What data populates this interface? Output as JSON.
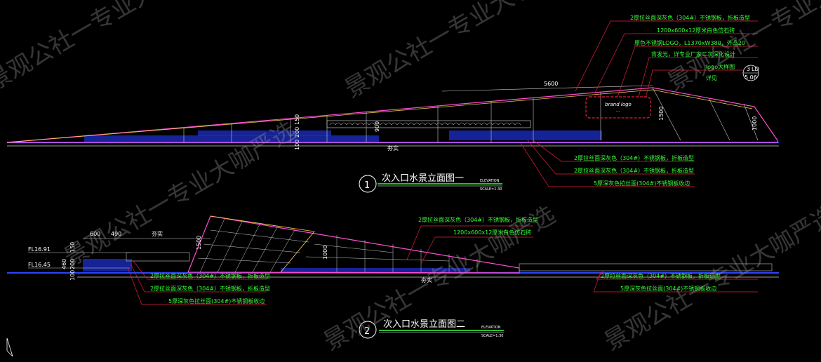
{
  "watermark": "景观公社一专业大咖严选",
  "elevation1": {
    "title": "次入口水景立面图一",
    "number": "1",
    "sub_en": "ELEVATION",
    "scale": "SCALE=1:30",
    "dim_5600": "5600",
    "dim_1500": "1500",
    "dim_1000": "1000",
    "dim_900": "900",
    "dims_left": [
      "100",
      "200",
      "150"
    ],
    "ground_label": "夯实",
    "logo_text": "brand logo",
    "detail_ref": {
      "top": "3",
      "mid": "LD",
      "bottom": "5.06"
    },
    "notes_top": [
      "2厚拉丝面深灰色（304#）不锈钢板，折板造型",
      "1200x600x12厚米白色仿石砖",
      "原色不锈钢LOGO，L1370xW380，外凸20",
      "背发光，详专业厂家二次深化设计",
      "logo大样图",
      "详见"
    ],
    "notes_bottom": [
      "2厚拉丝面深灰色（304#）不锈钢板，折板造型",
      "2厚拉丝面深灰色（304#）不锈钢板，折板造型",
      "5厚深灰色拉丝面(304#)不锈钢板收边"
    ]
  },
  "elevation2": {
    "title": "次入口水景立面图二",
    "number": "2",
    "sub_en": "ELEVATION",
    "scale": "SCALE=1:30",
    "dim_600": "600",
    "dim_490": "490",
    "dim_1500": "1500",
    "dim_1000": "1000",
    "dims_left": [
      "100",
      "460",
      "200",
      "150"
    ],
    "fl_top": "FL16.91",
    "fl_bottom": "FL16.45",
    "ground_label": "夯实",
    "ground_label_top": "夯实",
    "notes_top": [
      "2厚拉丝面深灰色（304#）不锈钢板，折板造型",
      "1200x600x12厚米白色仿石砖"
    ],
    "notes_left": [
      "2厚拉丝面深灰色（304#）不锈钢板，折板造型",
      "2厚拉丝面深灰色（304#）不锈钢板，折板造型",
      "5厚深灰色拉丝面(304#)不锈钢板收边"
    ],
    "notes_right": [
      "2厚拉丝面深灰色（304#）不锈钢板，折板造型",
      "5厚深灰色拉丝面(304#)不锈钢板收边"
    ]
  },
  "colors": {
    "note": "#39ff3a",
    "leader": "#e0203a",
    "ground": "#2a45ff",
    "outline": "#ff4fd0",
    "cyan": "#3fd6ff"
  },
  "icons": [
    "north-arrow-icon"
  ]
}
